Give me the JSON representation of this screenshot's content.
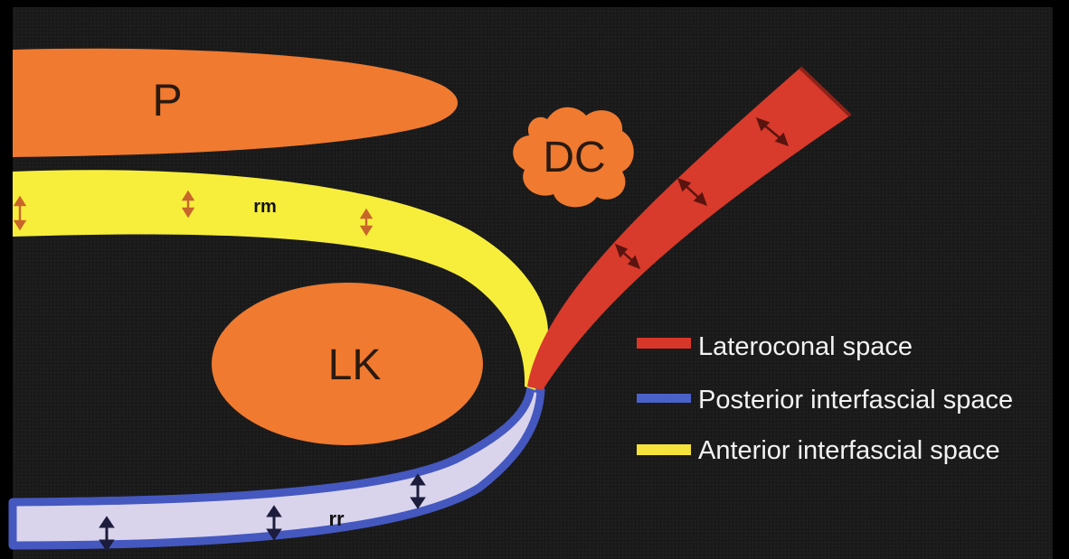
{
  "structures": {
    "psoas": "P",
    "descending_colon": "DC",
    "left_kidney": "LK",
    "renal_fascia_anterior": "rm",
    "renal_fascia_posterior": "rr"
  },
  "legend": [
    {
      "label": "Lateroconal space",
      "color": "#d9362a"
    },
    {
      "label": "Posterior interfascial space",
      "color": "#4a62c8"
    },
    {
      "label": "Anterior interfascial space",
      "color": "#f5e23a"
    }
  ],
  "colors": {
    "background": "#1a1a1a",
    "organ_orange": "#f07a2f",
    "anterior_band": "#f7ee3c",
    "posterior_band": "#d9d4ec",
    "posterior_border": "#4558c0",
    "lateroconal": "#d83a2b"
  }
}
